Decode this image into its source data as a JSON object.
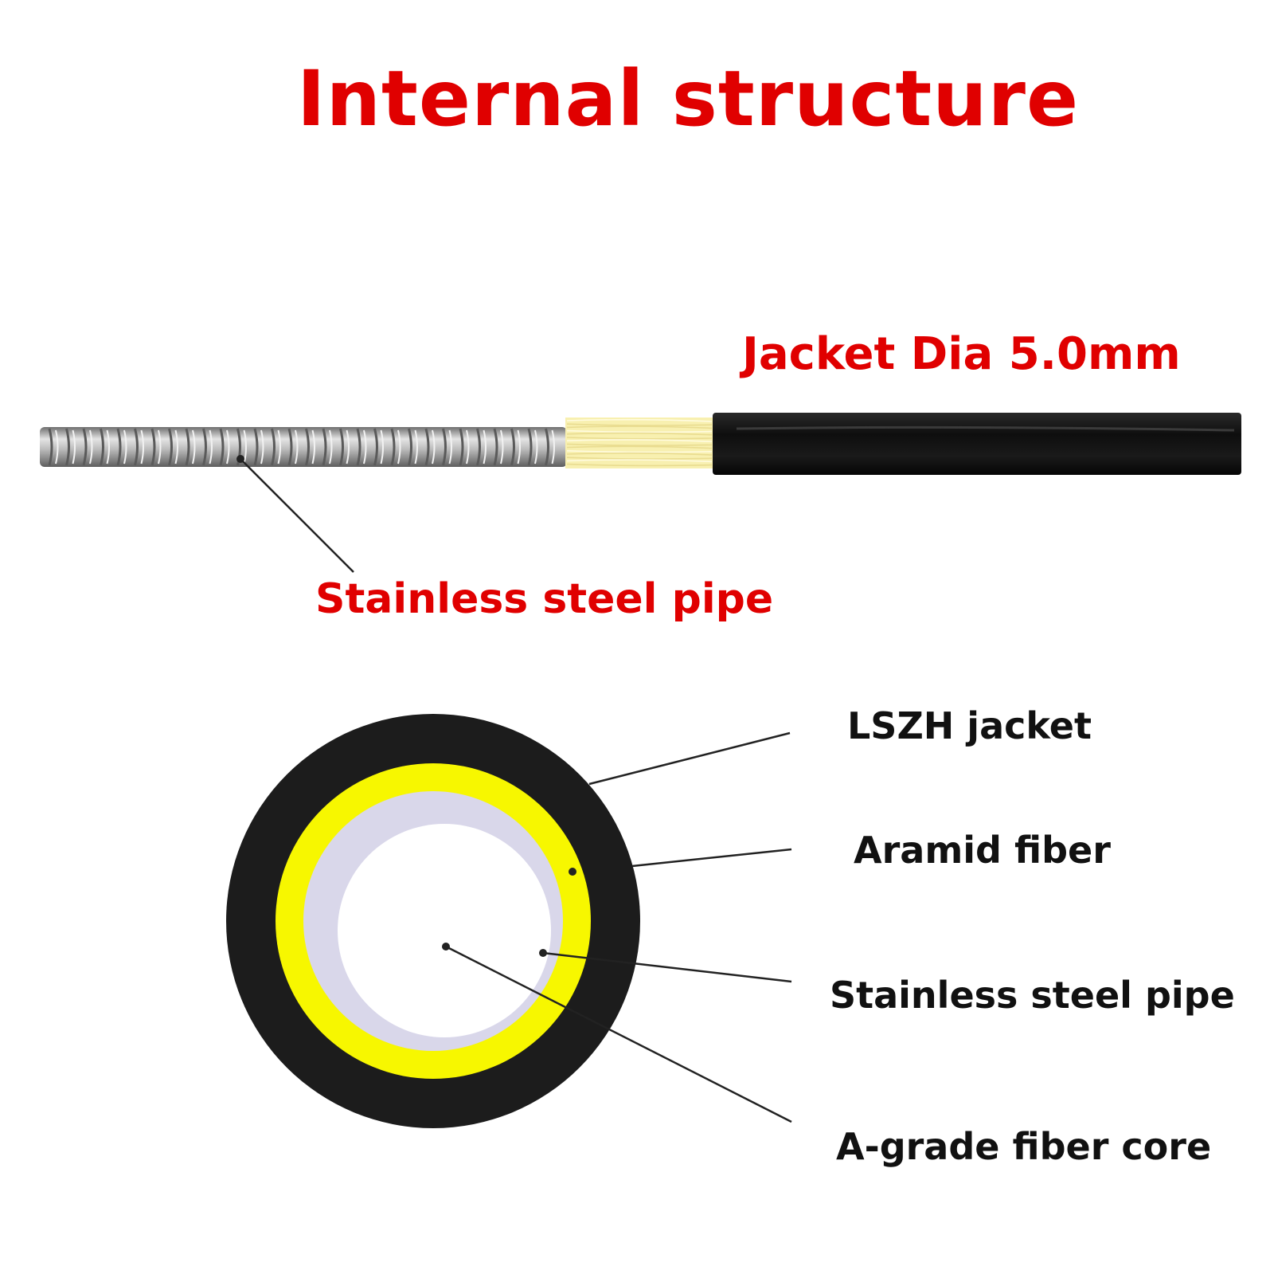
{
  "title": "Internal structure",
  "cable_side_view": {
    "jacket_label": "Jacket Dia 5.0mm",
    "pipe_label": "Stainless steel pipe"
  },
  "cross_section": {
    "layers": [
      {
        "label": "LSZH jacket",
        "color": "#1c1c1c"
      },
      {
        "label": "Aramid fiber",
        "color": "#f7f700"
      },
      {
        "label": "Stainless steel pipe",
        "color": "#d9d7ea"
      },
      {
        "label": "A-grade fiber core",
        "color": "#ffffff"
      }
    ]
  },
  "colors": {
    "label_red": "#e00000",
    "steel": "#a9a9a9",
    "aramid_strands": "#f8f0b0",
    "jacket_black": "#111111",
    "leader_line": "#222222"
  }
}
